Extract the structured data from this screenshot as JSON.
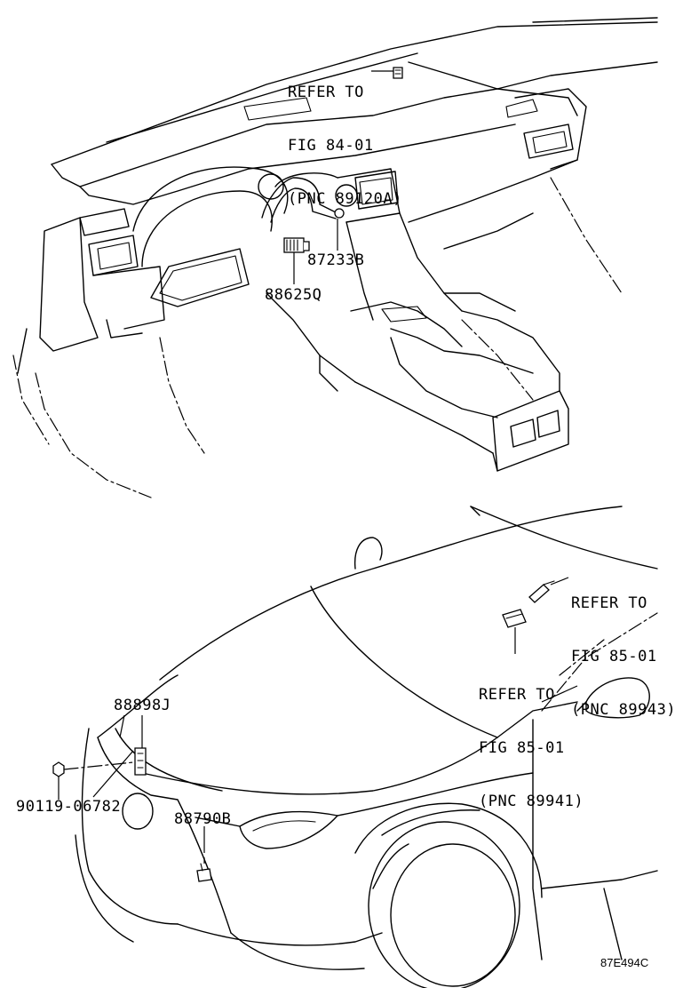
{
  "labels": {
    "refer_top": [
      "REFER TO",
      "FIG 84-01",
      "(PNC 89120A)"
    ],
    "p87233b": "87233B",
    "p88625q": "88625Q",
    "refer_right1": [
      "REFER TO",
      "FIG 85-01",
      "(PNC 89943)"
    ],
    "refer_right2": [
      "REFER TO",
      "FIG 85-01",
      "(PNC 89941)"
    ],
    "p88898j": "88898J",
    "p90119": "90119-06782",
    "p88790b": "88790B"
  },
  "figure_code": "87E494C"
}
